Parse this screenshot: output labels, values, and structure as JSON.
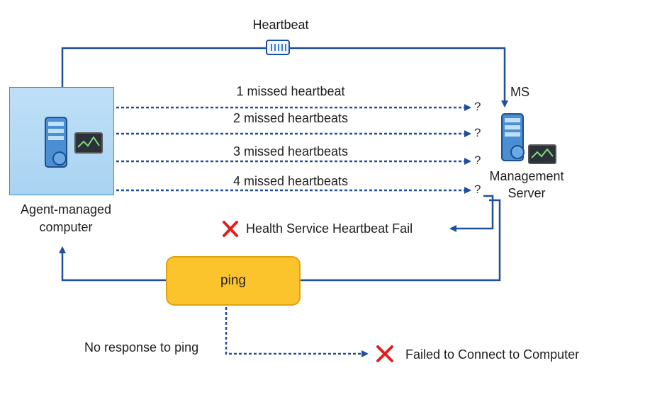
{
  "heartbeat_label": "Heartbeat",
  "ms_label": "MS",
  "agent": {
    "label_line1": "Agent-managed",
    "label_line2": "computer",
    "icon": "server-monitor-icon"
  },
  "server": {
    "label_line1": "Management",
    "label_line2": "Server",
    "icon": "server-monitor-icon"
  },
  "missed": [
    {
      "label": "1 missed heartbeat",
      "mark": "?"
    },
    {
      "label": "2 missed heartbeats",
      "mark": "?"
    },
    {
      "label": "3 missed heartbeats",
      "mark": "?"
    },
    {
      "label": "4 missed heartbeats",
      "mark": "?"
    }
  ],
  "health_fail_label": "Health Service Heartbeat Fail",
  "ping_label": "ping",
  "no_response_label": "No response to ping",
  "failed_connect_label": "Failed to Connect to Computer",
  "colors": {
    "line": "#1f4e9c",
    "fail": "#e02020",
    "ping_fill": "#fcc42c",
    "agent_fill": "#b5daf4"
  }
}
